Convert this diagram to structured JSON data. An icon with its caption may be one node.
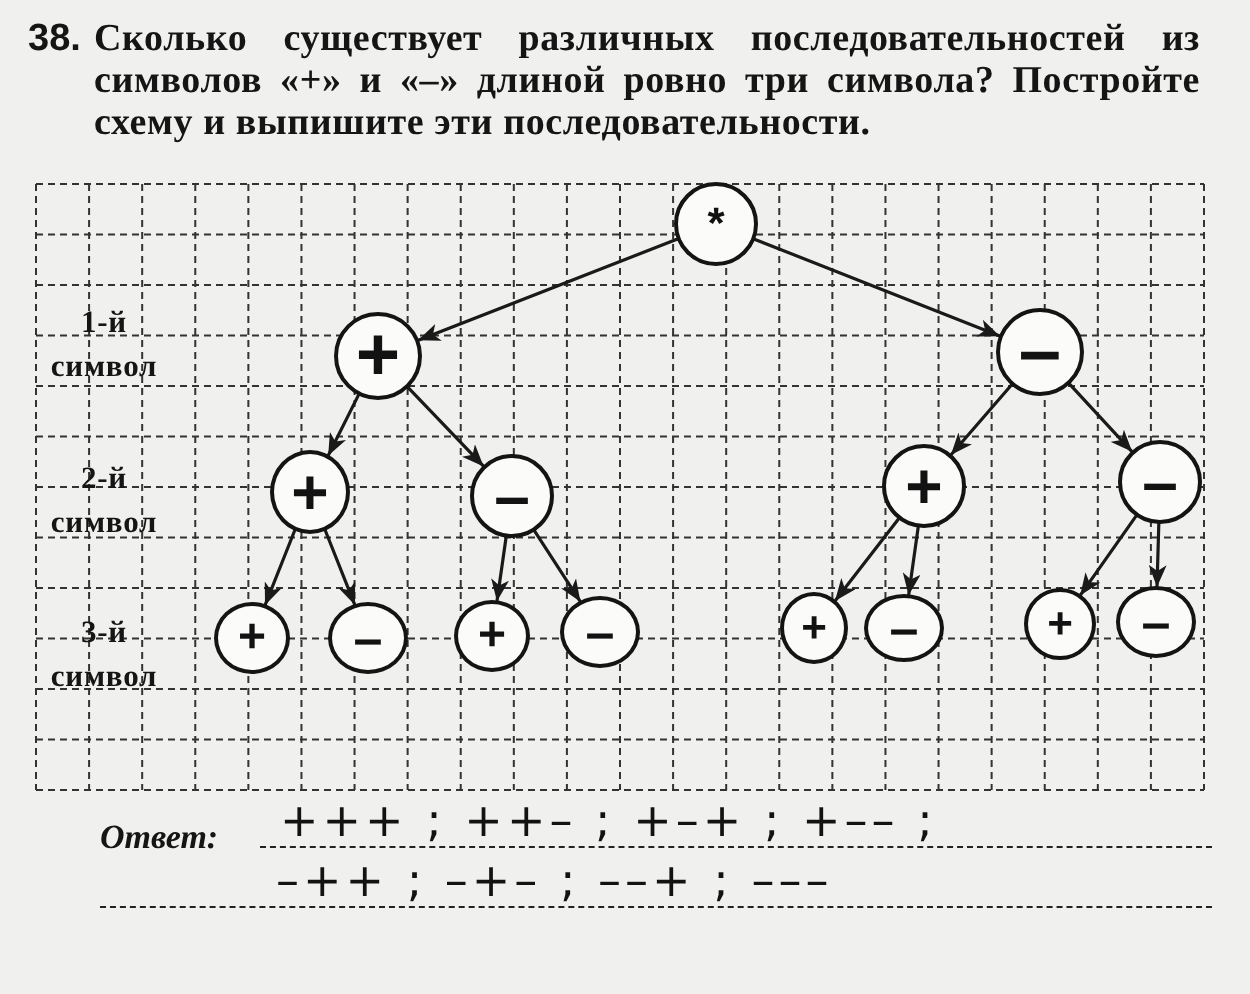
{
  "diagram": {
    "title": "Сколько существует различных последовательностей из символов «+» и «–» длиной ровно три символа? Постройте схему и выпишите эти последовательности.",
    "nodes": [
      {
        "text": [
          "*"
        ]
      },
      {
        "text": [
          "+"
        ]
      },
      {
        "text": [
          "–"
        ]
      },
      {
        "text": [
          "+"
        ]
      },
      {
        "text": [
          "–"
        ]
      },
      {
        "text": [
          "+"
        ]
      },
      {
        "text": [
          "–"
        ]
      },
      {
        "text": [
          "+"
        ]
      },
      {
        "text": [
          "–"
        ]
      },
      {
        "text": [
          "+"
        ]
      },
      {
        "text": [
          "–"
        ]
      },
      {
        "text": [
          "+"
        ]
      },
      {
        "text": [
          "–"
        ]
      },
      {
        "text": [
          "+"
        ]
      },
      {
        "text": [
          "–"
        ]
      }
    ],
    "edges": [
      {
        "from": 0,
        "to": 1,
        "arrow": "to"
      },
      {
        "from": 0,
        "to": 2,
        "arrow": "to"
      },
      {
        "from": 1,
        "to": 3,
        "arrow": "to"
      },
      {
        "from": 1,
        "to": 4,
        "arrow": "to"
      },
      {
        "from": 2,
        "to": 5,
        "arrow": "to"
      },
      {
        "from": 2,
        "to": 6,
        "arrow": "to"
      },
      {
        "from": 3,
        "to": 7,
        "arrow": "to"
      },
      {
        "from": 3,
        "to": 8,
        "arrow": "to"
      },
      {
        "from": 4,
        "to": 9,
        "arrow": "to"
      },
      {
        "from": 4,
        "to": 10,
        "arrow": "to"
      },
      {
        "from": 5,
        "to": 11,
        "arrow": "to"
      },
      {
        "from": 5,
        "to": 12,
        "arrow": "to"
      },
      {
        "from": 6,
        "to": 13,
        "arrow": "to"
      },
      {
        "from": 6,
        "to": 14,
        "arrow": "to"
      }
    ],
    "labels": [
      "38.",
      "1-й символ",
      "2-й символ",
      "3-й символ",
      "Ответ:",
      "+++ ; ++– ; +–+ ; +–– ;",
      "–++ ; –+– ; ––+ ; –––"
    ]
  }
}
